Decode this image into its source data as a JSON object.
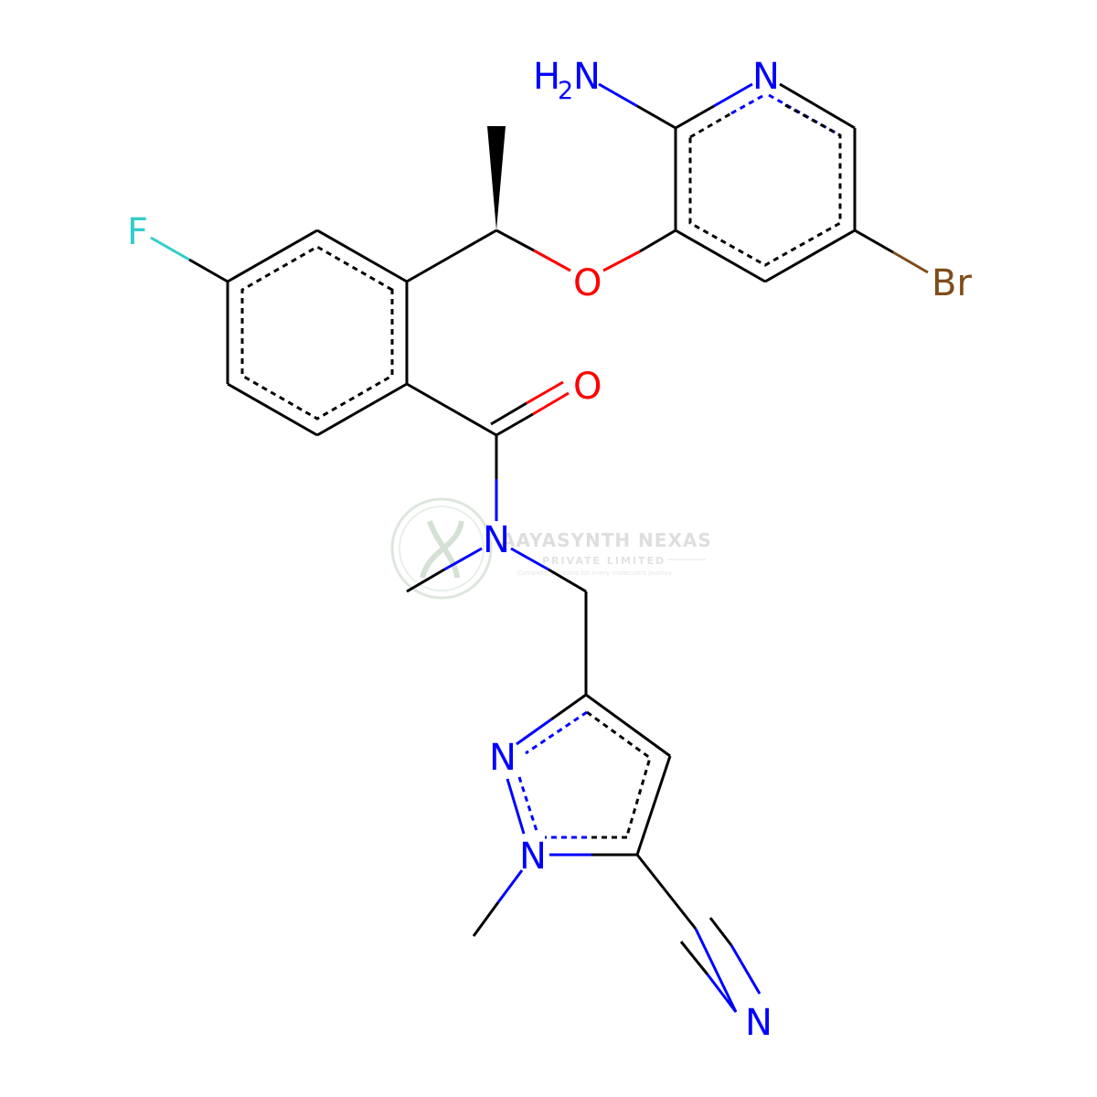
{
  "molecule": {
    "colors": {
      "carbon": "#000000",
      "nitrogen": "#0000ff",
      "oxygen": "#ff0000",
      "fluorine": "#33cccc",
      "bromine": "#7f4c19"
    },
    "atom_labels": {
      "amine_h": "H",
      "amine_h_count": "2",
      "amine_n": "N",
      "pyridine_n": "N",
      "ether_o": "O",
      "bromine": "Br",
      "fluorine": "F",
      "carbonyl_o": "O",
      "amide_n": "N",
      "pyrazole_n2": "N",
      "pyrazole_n1": "N",
      "nitrile_n": "N"
    }
  },
  "watermark": {
    "company": "AAYASYNTH NEXAS",
    "subtitle": "PRIVATE LIMITED",
    "tagline": "Complete solutions for every molecule's journey"
  }
}
